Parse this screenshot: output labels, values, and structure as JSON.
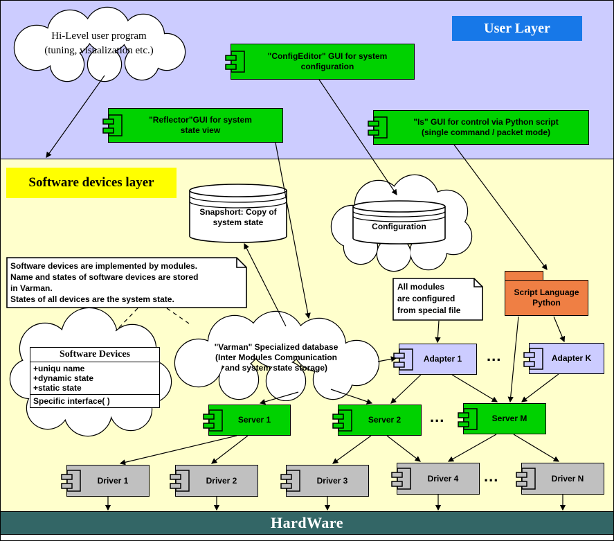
{
  "colors": {
    "user_layer_bg": "#ccccff",
    "software_layer_bg": "#ffffcc",
    "hardware_bar_bg": "#336666",
    "title_bg": "#1778e8",
    "label_bg": "#ffff00",
    "component_green": "#00d200",
    "adapter_lavender": "#ccccff",
    "driver_gray": "#c0c0c0",
    "script_orange": "#ef7f44"
  },
  "layers": {
    "user_label": "User Layer",
    "software_label": "Software devices layer",
    "hardware_label": "HardWare"
  },
  "hi_level_cloud": {
    "line1": "Hi-Level user program",
    "line2": "(tuning, visualization etc.)"
  },
  "gui": {
    "config_editor_line1": "\"ConfigEditor\" GUI for system",
    "config_editor_line2": "configuration",
    "reflector_line1": "\"Reflector\"GUI for system",
    "reflector_line2": "state view",
    "is_line1": "\"Is\" GUI for control via Python script",
    "is_line2": "(single command / packet mode)"
  },
  "snapshot_db": {
    "line1": "Snapshort: Copy of",
    "line2": "system state"
  },
  "configuration_cloud": {
    "label": "Configuration"
  },
  "varman_cloud": {
    "line1": "\"Varman\" Specialized database",
    "line2": "(Inter Modules Communication",
    "line3": "and system state storage)"
  },
  "notes": {
    "modules_line1": "Software devices are implemented by modules.",
    "modules_line2": "Name and states of software devices are stored",
    "modules_line3": "in Varman.",
    "modules_line4": "States of all devices are the system state.",
    "config_line1": "All modules",
    "config_line2": "are configured",
    "config_line3": "from special file"
  },
  "script_language": {
    "line1": "Script Language",
    "line2": "Python"
  },
  "class_box": {
    "title": "Software Devices",
    "attr1": "+uniqu name",
    "attr2": "+dynamic state",
    "attr3": "+static state",
    "method": "Specific interface( )"
  },
  "nodes": {
    "adapter1": "Adapter 1",
    "adapterK": "Adapter K",
    "server1": "Server 1",
    "server2": "Server 2",
    "serverM": "Server M",
    "driver1": "Driver 1",
    "driver2": "Driver 2",
    "driver3": "Driver 3",
    "driver4": "Driver 4",
    "driverN": "Driver N"
  },
  "ellipsis": "..."
}
